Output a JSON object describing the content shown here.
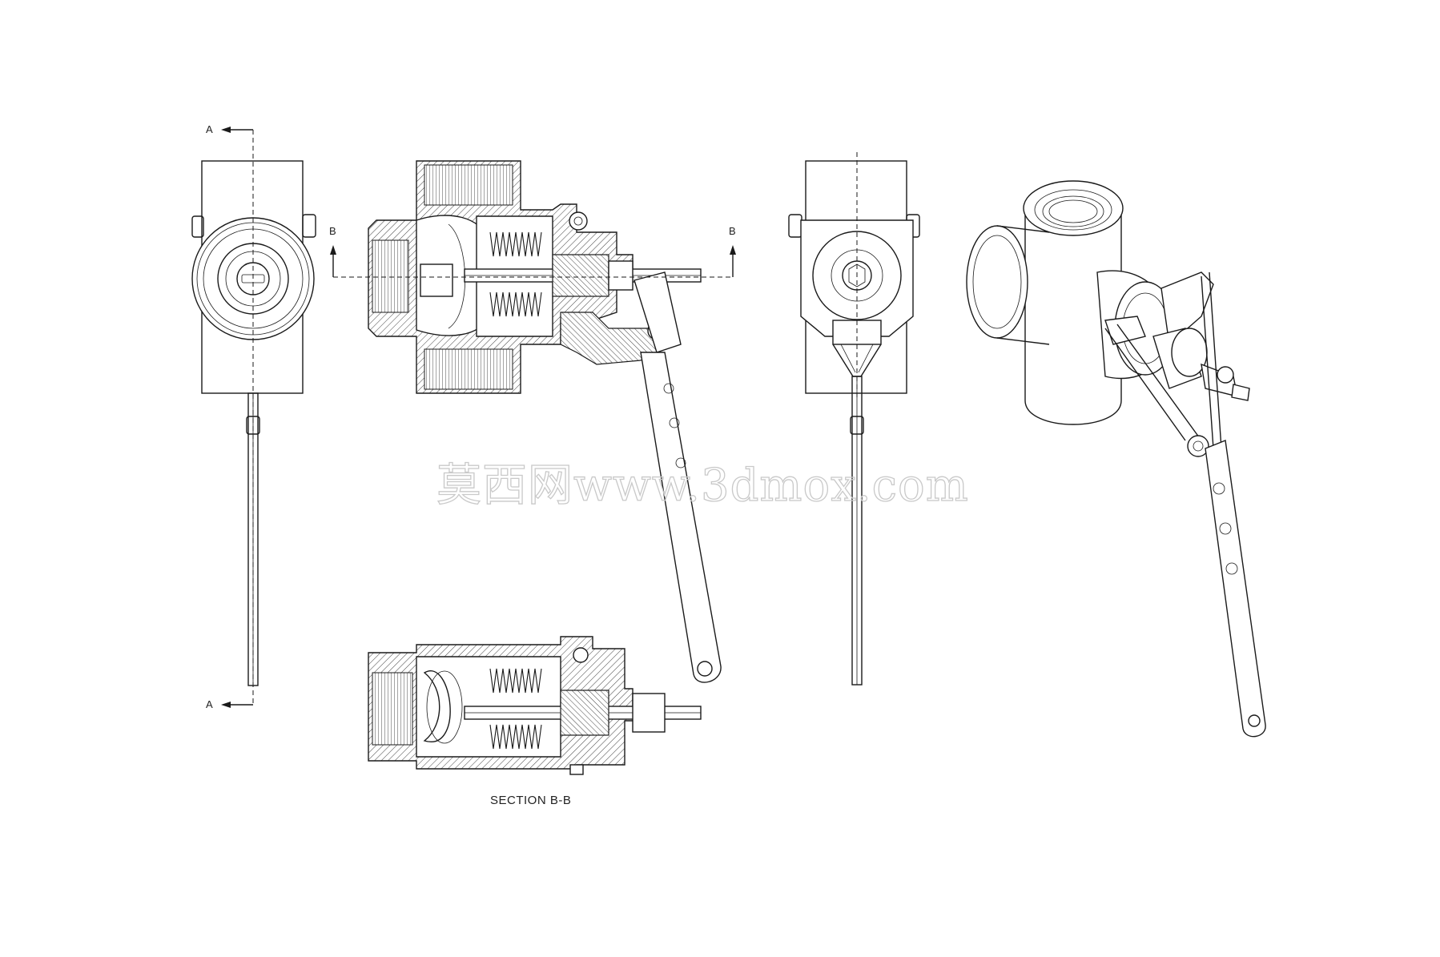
{
  "labels": {
    "section_a_top": "A",
    "section_a_bottom": "A",
    "section_b_left": "B",
    "section_b_right": "B",
    "section_caption": "SECTION B-B"
  },
  "watermark": {
    "text": "莫西网www.3dmox.com"
  },
  "colors": {
    "line": "#1a1a1a",
    "paper": "#ffffff",
    "watermark": "#c9c9c9"
  }
}
